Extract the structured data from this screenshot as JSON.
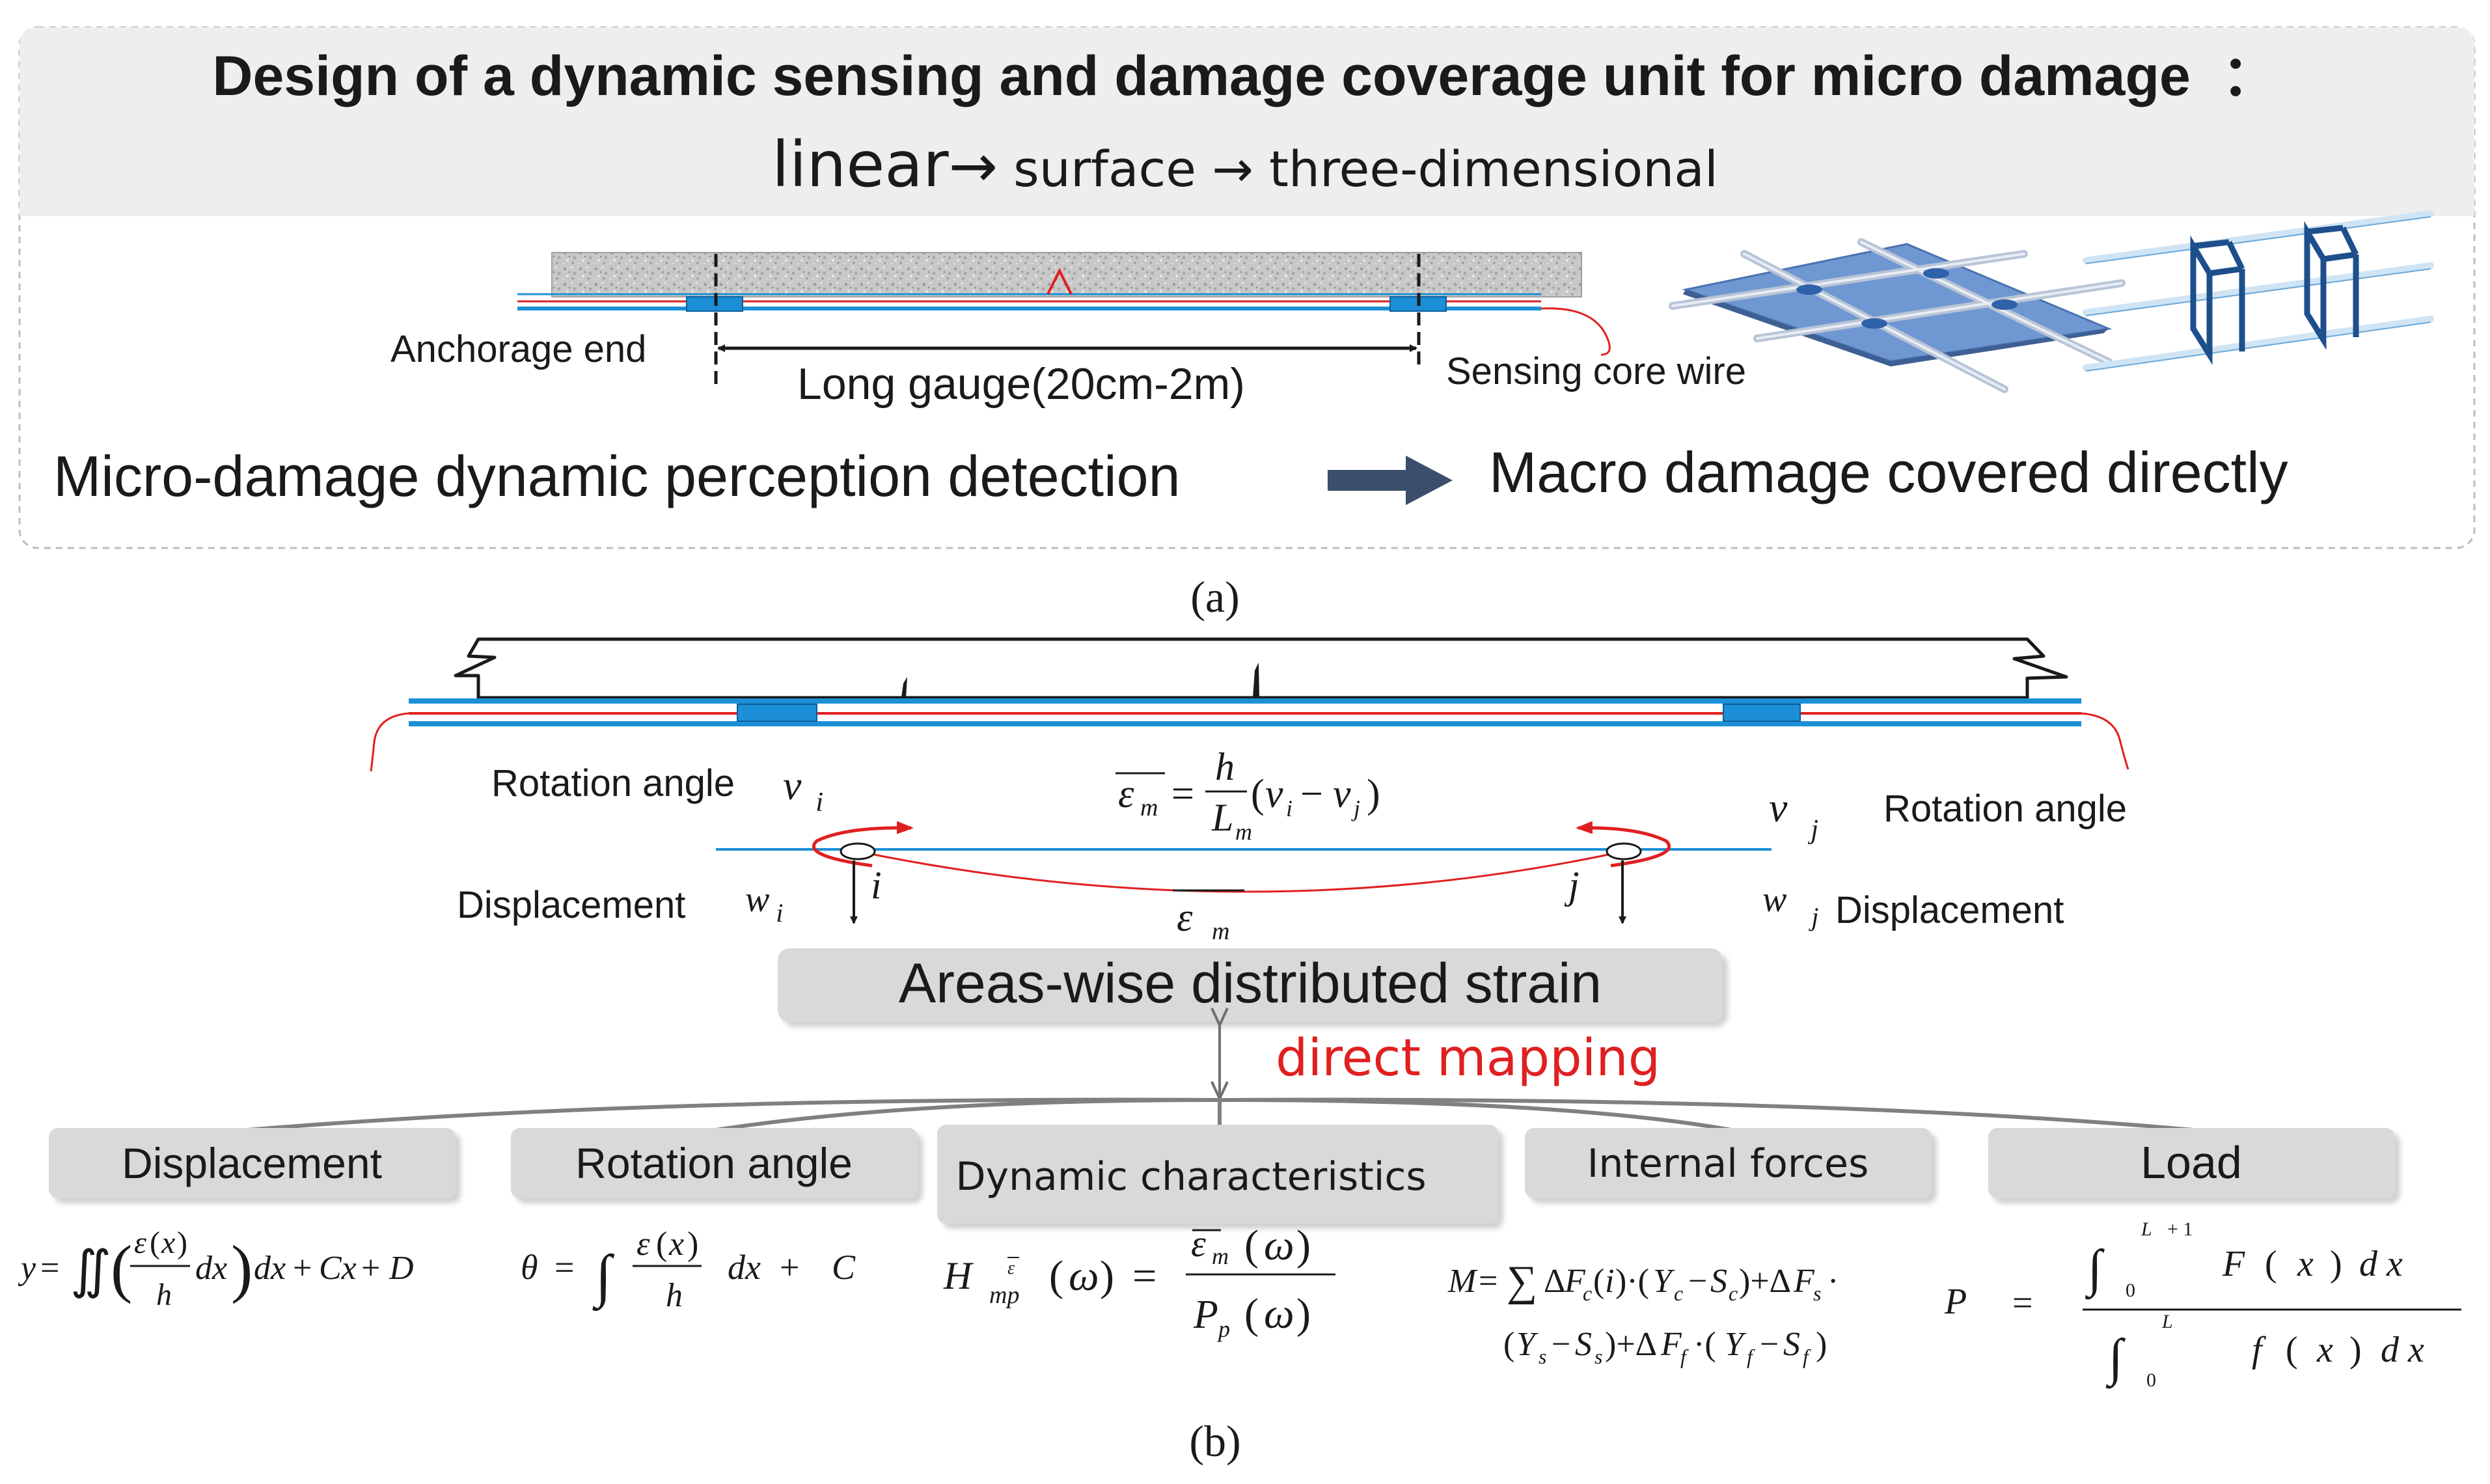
{
  "panel_a": {
    "title": "Design of a dynamic sensing and damage coverage unit for micro damage  ：",
    "subtitle": {
      "linear": "linear",
      "arrow1": "→",
      "surface": " surface ",
      "arrow2": "→",
      "three_dimensional": " three-dimensional"
    },
    "anchorage_end": "Anchorage end",
    "long_gauge": "Long gauge(20cm-2m)",
    "sensing_core_wire": "Sensing core wire",
    "left_statement": "Micro-damage dynamic perception detection",
    "right_statement": "Macro damage covered directly",
    "label": "(a)"
  },
  "panel_b": {
    "rotation_angle_left": "Rotation angle",
    "rotation_angle_right": "Rotation angle",
    "displacement_left": "Displacement",
    "displacement_right": "Displacement",
    "v": "v",
    "w": "w",
    "sub_i": "i",
    "sub_j": "j",
    "node_i": "i",
    "node_j": "j",
    "strain_box": "Areas-wise distributed strain",
    "direct_mapping": "direct mapping",
    "boxes": [
      "Displacement",
      "Rotation angle",
      "Dynamic characteristics",
      "Internal forces",
      "Load"
    ],
    "label": "(b)"
  },
  "colors": {
    "accent_blue": "#1c8fd6",
    "sensor_red": "#e02020",
    "box_gray": "#d9d9d9",
    "header_gray": "#eeeeee",
    "arrow_navy": "#3b4f6b"
  }
}
